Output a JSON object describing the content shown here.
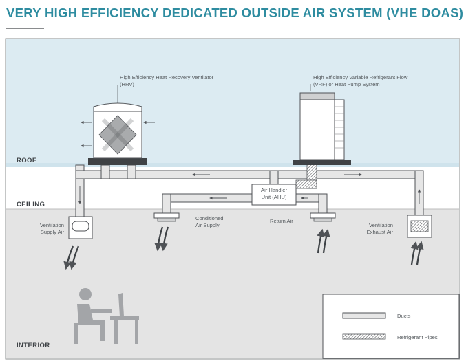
{
  "title": "VERY HIGH EFFICIENCY DEDICATED OUTSIDE AIR SYSTEM (VHE DOAS)",
  "zones": {
    "roof": "ROOF",
    "ceiling": "CEILING",
    "interior": "INTERIOR"
  },
  "labels": {
    "hrv_line1": "High Efficiency Heat Recovery Ventilator",
    "hrv_line2": "(HRV)",
    "vrf_line1": "High Efficiency Variable Refrigerant Flow",
    "vrf_line2": "(VRF) or Heat Pump System",
    "ahu_line1": "Air Handler",
    "ahu_line2": "Unit (AHU)",
    "vent_supply_line1": "Ventilation",
    "vent_supply_line2": "Supply Air",
    "cond_supply_line1": "Conditioned",
    "cond_supply_line2": "Air Supply",
    "return_air": "Return Air",
    "vent_exhaust_line1": "Ventilation",
    "vent_exhaust_line2": "Exhaust Air"
  },
  "legend": {
    "ducts": "Ducts",
    "refrigerant_pipes": "Refrigerant Pipes"
  },
  "colors": {
    "title": "#2e8ca0",
    "sky": "#dcebf2",
    "interior": "#e4e4e4",
    "duct_fill": "#e6e6e6",
    "line": "#4f5256",
    "frame": "#8a8c8e"
  }
}
